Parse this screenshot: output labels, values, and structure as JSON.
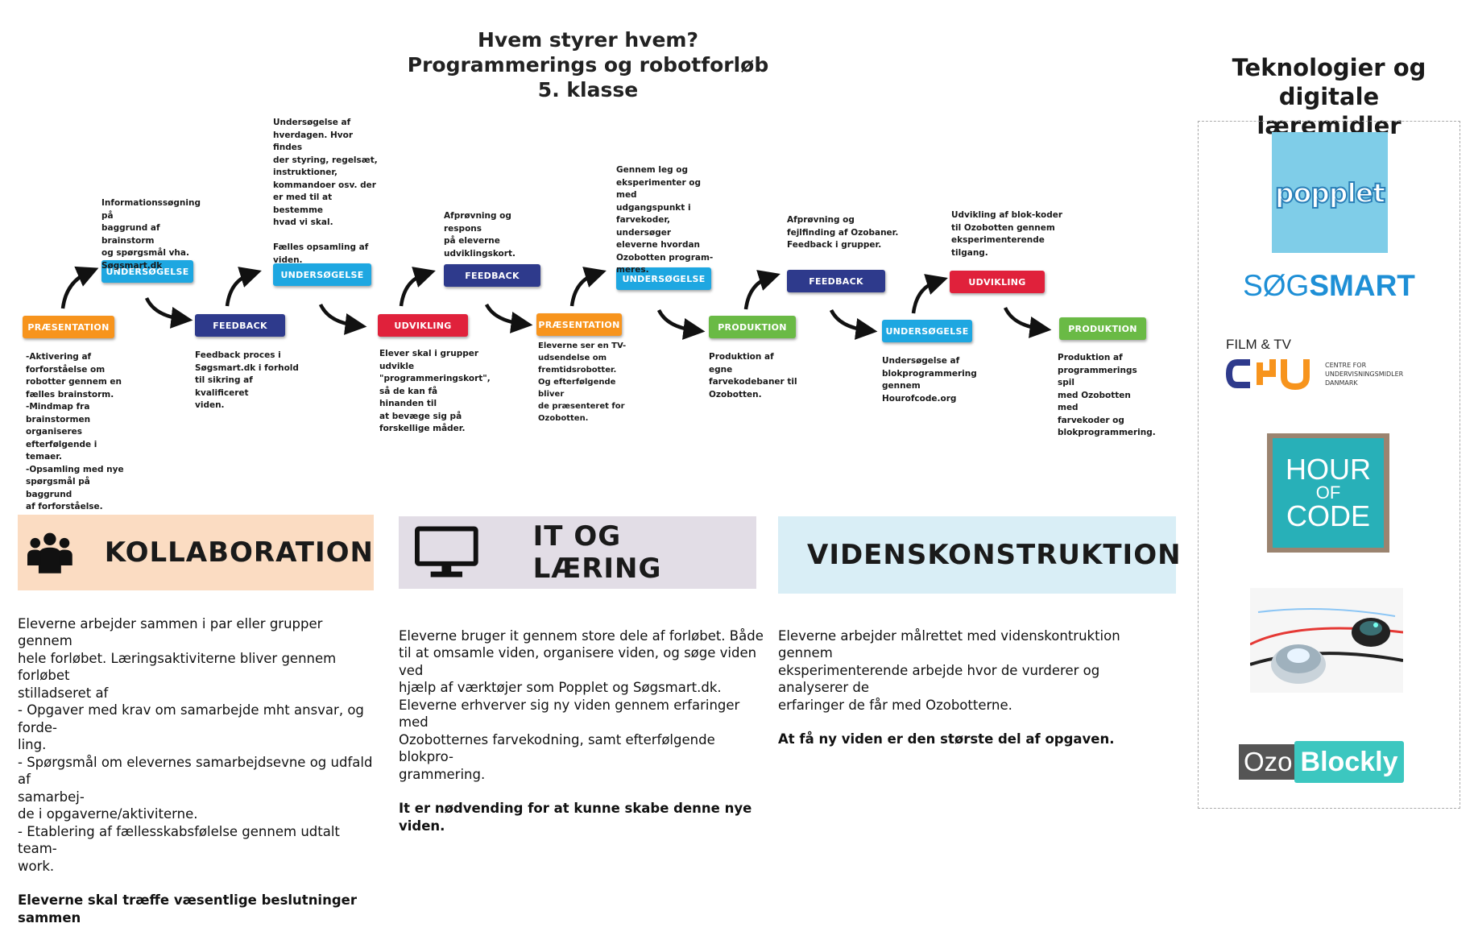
{
  "title": {
    "line1": "Hvem styrer hvem?",
    "line2": "Programmerings og robotforløb",
    "line3": "5. klasse"
  },
  "stages": [
    {
      "label": "PRÆSENTATION",
      "color": "#f7941d",
      "description": "-Aktivering af\nforforståelse om\nrobotter gennem en\nfælles brainstorm.\n-Mindmap fra\nbrainstormen\norganiseres\nefterfølgende i temaer.\n-Opsamling med nye\nspørgsmål på baggrund\naf forforståelse."
    },
    {
      "label": "UNDERSØGELSE",
      "color": "#1ea7e1",
      "description": "Informationssøgning på\nbaggrund af brainstorm\nog spørgsmål vha.\nSøgsmart.dk"
    },
    {
      "label": "FEEDBACK",
      "color": "#2e3a8c",
      "description": "Feedback proces i\nSøgsmart.dk i forhold\ntil sikring af kvalificeret\nviden."
    },
    {
      "label": "UNDERSØGELSE",
      "color": "#1ea7e1",
      "description": "Undersøgelse af\nhverdagen. Hvor findes\nder styring, regelsæt,\ninstruktioner,\nkommandoer osv. der\ner med til at bestemme\nhvad vi skal.\n\nFælles opsamling af\nviden."
    },
    {
      "label": "UDVIKLING",
      "color": "#e0213b",
      "description": "Elever skal i grupper\nudvikle\n\"programmeringskort\",\nså de kan få hinanden til\nat bevæge sig på\nforskellige måder."
    },
    {
      "label": "FEEDBACK",
      "color": "#2e3a8c",
      "description": "Afprøvning og respons\npå eleverne\nudviklingskort."
    },
    {
      "label": "PRÆSENTATION",
      "color": "#f7941d",
      "description": "Eleverne ser en TV-\nudsendelse om\nfremtidsrobotter.\nOg efterfølgende bliver\nde præsenteret for\nOzobotten."
    },
    {
      "label": "UNDERSØGELSE",
      "color": "#1ea7e1",
      "description": "Gennem leg og\neksperimenter og med\nudgangspunkt i\nfarvekoder, undersøger\neleverne hvordan\nOzobotten program-\nmeres."
    },
    {
      "label": "PRODUKTION",
      "color": "#6aba45",
      "description": "Produktion af egne\nfarvekodebaner til\nOzobotten."
    },
    {
      "label": "FEEDBACK",
      "color": "#2e3a8c",
      "description": "Afprøvning og\nfejlfinding af Ozobaner.\nFeedback i grupper."
    },
    {
      "label": "UNDERSØGELSE",
      "color": "#1ea7e1",
      "description": "Undersøgelse af\nblokprogrammering\ngennem\nHourofcode.org"
    },
    {
      "label": "UDVIKLING",
      "color": "#e0213b",
      "description": "Udvikling af blok-koder\ntil Ozobotten gennem\neksperimenterende\ntilgang."
    },
    {
      "label": "PRODUKTION",
      "color": "#6aba45",
      "description": "Produktion af\nprogrammerings spil\nmed Ozobotten med\nfarvekoder og\nblokprogrammering."
    }
  ],
  "panels": [
    {
      "title": "KOLLABORATION",
      "icon": "group-icon",
      "background": "#fbdcc2",
      "text": "Eleverne arbejder sammen i par eller grupper gennem\nhele forløbet.  Læringsaktiviterne bliver gennem forløbet\nstilladseret af\n- Opgaver med krav om samarbejde mht ansvar, og forde-\nling.\n- Spørgsmål om elevernes samarbejdsevne og udfald af\nsamarbej-\n   de i opgaverne/aktiviterne.\n- Etablering af fællesskabsfølelse gennem udtalt team-\nwork.",
      "bold": "Eleverne skal træffe væsentlige beslutninger sammen"
    },
    {
      "title": "IT OG LÆRING",
      "icon": "monitor-icon",
      "background": "#e2dde6",
      "text": "Eleverne bruger it gennem store dele af forløbet. Både\ntil at omsamle viden, organisere viden, og søge viden ved\nhjælp af værktøjer som Popplet og Søgsmart.dk.\nEleverne erhverver sig ny viden gennem erfaringer med\nOzobotternes farvekodning, samt efterfølgende blokpro-\ngrammering.",
      "bold": "It er nødvending for at kunne skabe denne nye viden."
    },
    {
      "title": "VIDENSKONSTRUKTION",
      "icon": "puzzle-icon",
      "background": "#d9eef6",
      "text": "Eleverne arbejder målrettet med videnskontruktion gennem\neksperimenterende arbejde hvor de vurderer og analyserer de\nerfaringer de får med Ozobotterne.",
      "bold": "At få ny viden er den største del af opgaven."
    }
  ],
  "sidebar": {
    "title_line1": "Teknologier og digitale",
    "title_line2": "læremidler",
    "popplet": "popplet",
    "sogsmart_a": "SØG",
    "sogsmart_b": "SMART",
    "cfu_top": "FILM & TV",
    "cfu_sub": "CENTRE FOR\nUNDERVISNINGSMIDLER\nDANMARK",
    "hour": "HOUR",
    "of": "OF",
    "code": "CODE",
    "ozo": "Ozo",
    "blockly": "Blockly"
  }
}
